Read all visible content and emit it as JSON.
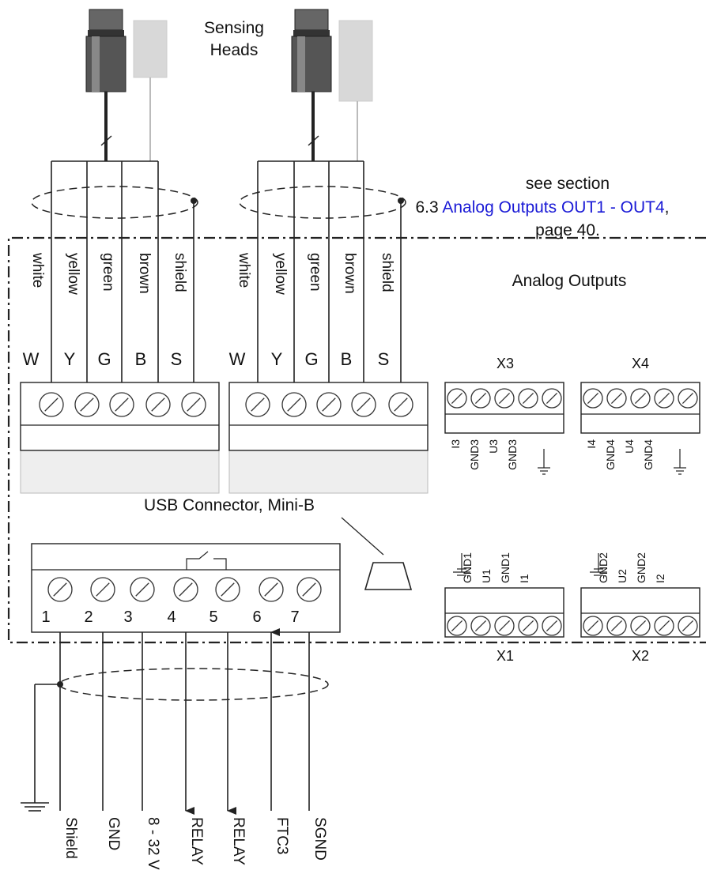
{
  "header": {
    "sensing_heads": [
      "Sensing",
      "Heads"
    ],
    "note_line1": "see section",
    "note_prefix": "6.3 ",
    "note_link": "Analog Outputs OUT1 - OUT4",
    "note_suffix": ",",
    "note_page": "page 40.",
    "analog_outputs": "Analog Outputs",
    "usb_label": "USB Connector, Mini-B"
  },
  "sensor_wires": [
    "white",
    "yellow",
    "green",
    "brown",
    "shield"
  ],
  "sensor_terminals": [
    "W",
    "Y",
    "G",
    "B",
    "S"
  ],
  "analog_connectors": {
    "x3": {
      "name": "X3",
      "pins": [
        "I3",
        "GND3",
        "U3",
        "GND3"
      ]
    },
    "x4": {
      "name": "X4",
      "pins": [
        "I4",
        "GND4",
        "U4",
        "GND4"
      ]
    },
    "x1": {
      "name": "X1",
      "pins": [
        "GND1",
        "U1",
        "GND1",
        "I1"
      ]
    },
    "x2": {
      "name": "X2",
      "pins": [
        "GND2",
        "U2",
        "GND2",
        "I2"
      ]
    }
  },
  "power_terminals": {
    "numbers": [
      "1",
      "2",
      "3",
      "4",
      "5",
      "6",
      "7"
    ],
    "signals": [
      "Shield",
      "GND",
      "8 - 32 V",
      "RELAY",
      "RELAY",
      "FTC3",
      "SGND"
    ]
  },
  "colors": {
    "link": "#1a1ad6",
    "line": "#222222"
  }
}
